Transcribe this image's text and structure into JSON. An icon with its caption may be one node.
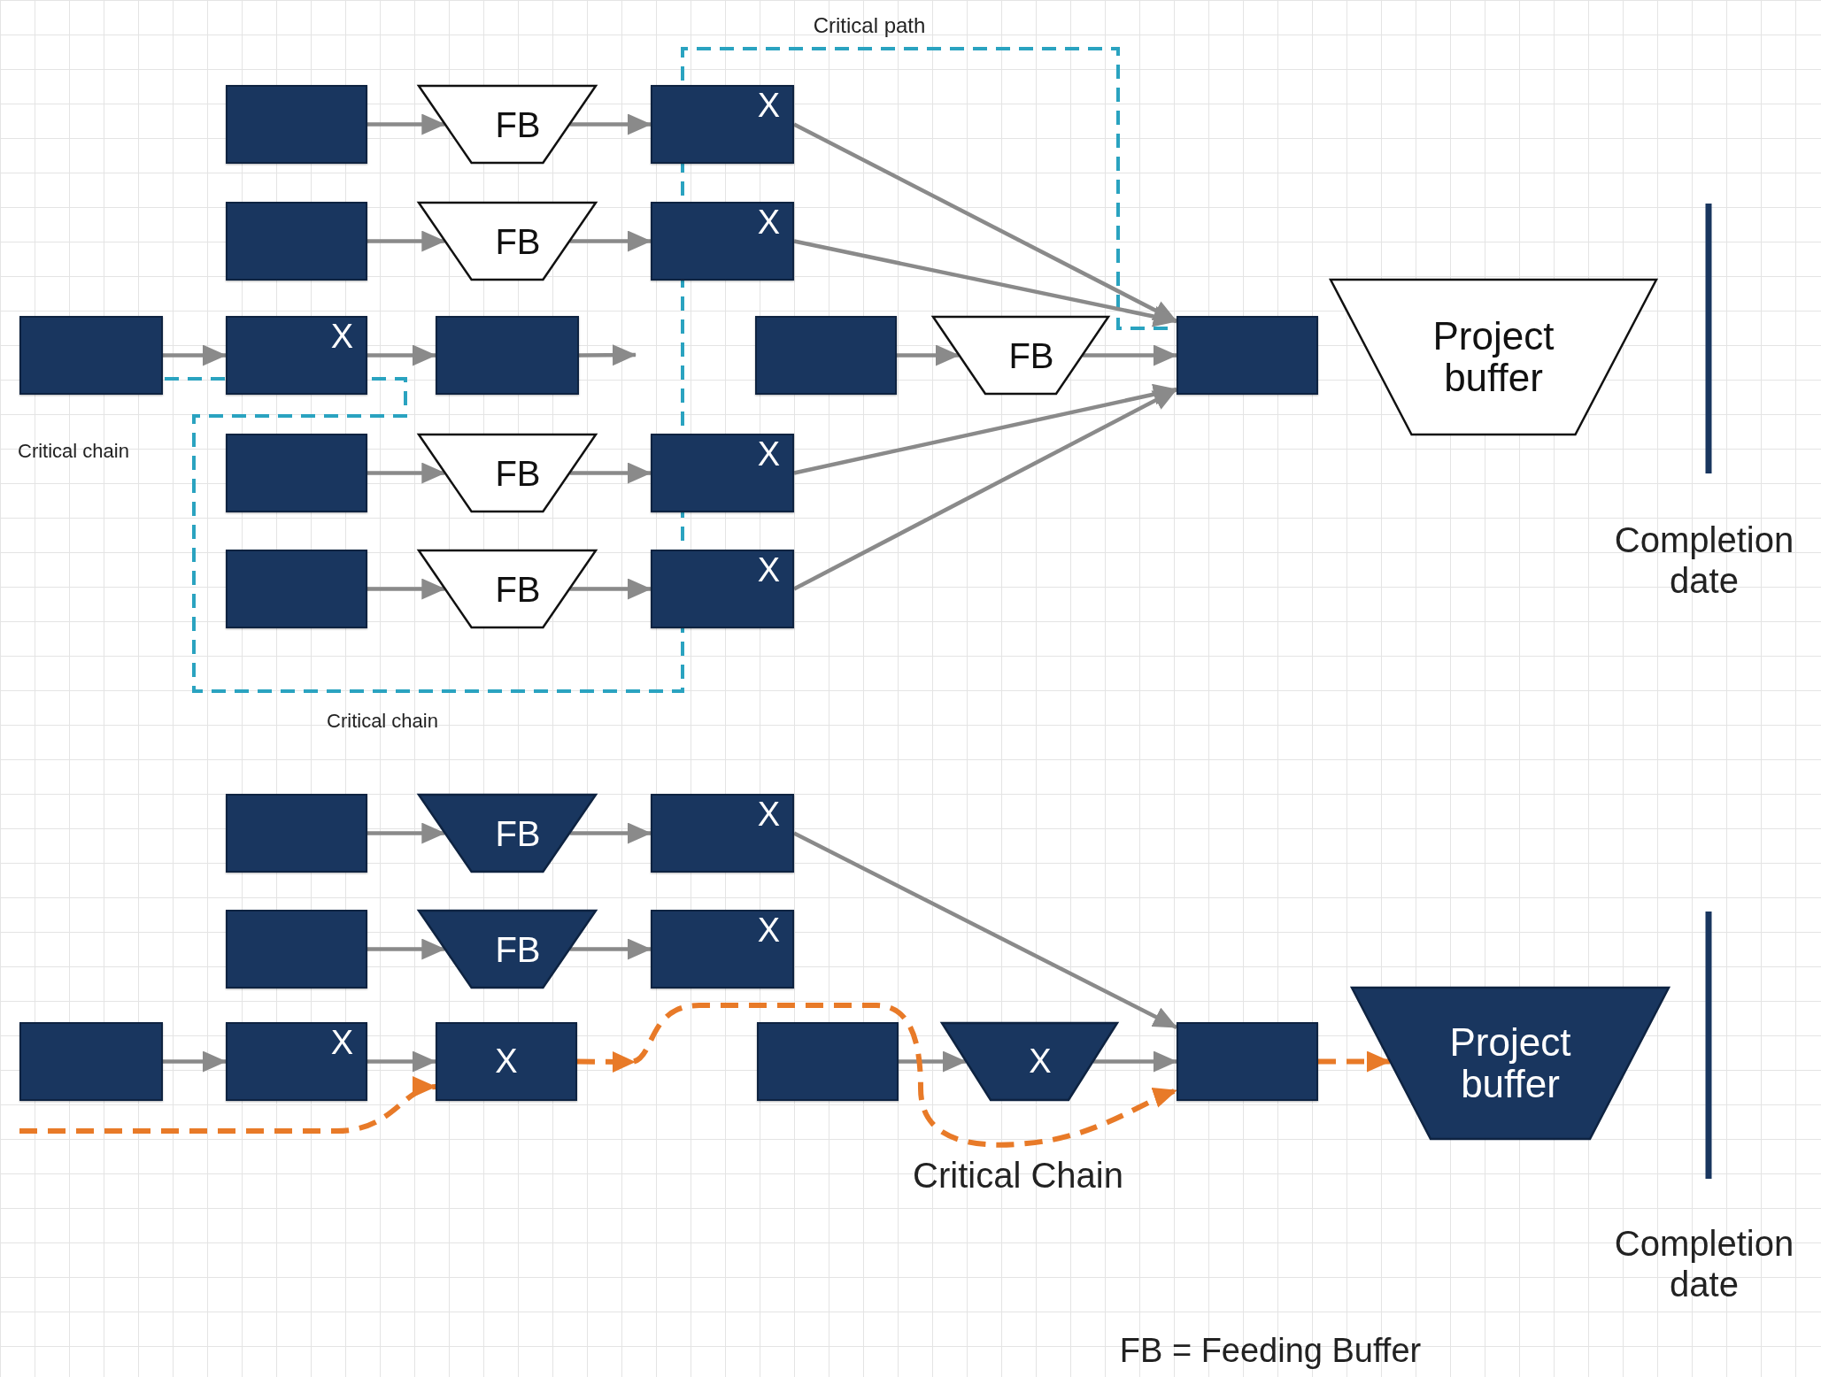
{
  "diagram": {
    "nodes": [
      {
        "text": [],
        "shape": "box"
      },
      {
        "text": [
          "FB"
        ]
      },
      {
        "text": [
          "X"
        ]
      },
      {
        "text": [],
        "shape": "box"
      },
      {
        "text": [
          "FB"
        ]
      },
      {
        "text": [
          "X"
        ]
      },
      {
        "text": [],
        "shape": "box"
      },
      {
        "text": [
          "X"
        ]
      },
      {
        "text": [],
        "shape": "box"
      },
      {
        "text": [],
        "shape": "box"
      },
      {
        "text": [
          "FB"
        ]
      },
      {
        "text": [],
        "shape": "box"
      },
      {
        "text": [
          "Project buffer"
        ]
      },
      {
        "text": [],
        "shape": "box"
      },
      {
        "text": [
          "FB"
        ]
      },
      {
        "text": [
          "X"
        ]
      },
      {
        "text": [],
        "shape": "box"
      },
      {
        "text": [
          "FB"
        ]
      },
      {
        "text": [
          "X"
        ]
      },
      {
        "text": [],
        "shape": "box"
      },
      {
        "text": [
          "FB"
        ]
      },
      {
        "text": [
          "X"
        ]
      },
      {
        "text": [],
        "shape": "box"
      },
      {
        "text": [
          "FB"
        ]
      },
      {
        "text": [
          "X"
        ]
      },
      {
        "text": [],
        "shape": "box"
      },
      {
        "text": [
          "X"
        ]
      },
      {
        "text": [
          "X"
        ]
      },
      {
        "text": [],
        "shape": "box"
      },
      {
        "text": [
          "X"
        ]
      },
      {
        "text": [],
        "shape": "box"
      },
      {
        "text": [
          "Project buffer"
        ]
      }
    ],
    "edges": [
      {
        "from": 0,
        "to": 1,
        "arrow": "to"
      },
      {
        "from": 1,
        "to": 2,
        "arrow": "to"
      },
      {
        "from": 3,
        "to": 4,
        "arrow": "to"
      },
      {
        "from": 4,
        "to": 5,
        "arrow": "to"
      },
      {
        "from": 6,
        "to": 7,
        "arrow": "to"
      },
      {
        "from": 7,
        "to": 8,
        "arrow": "to"
      },
      {
        "from": 8,
        "to": null,
        "arrow": "to"
      },
      {
        "from": 9,
        "to": 10,
        "arrow": "to"
      },
      {
        "from": 10,
        "to": 11,
        "arrow": "to"
      },
      {
        "from": 2,
        "to": 11,
        "arrow": "to"
      },
      {
        "from": 5,
        "to": 11,
        "arrow": "to"
      },
      {
        "from": 13,
        "to": 14,
        "arrow": "to"
      },
      {
        "from": 14,
        "to": 15,
        "arrow": "to"
      },
      {
        "from": 16,
        "to": 17,
        "arrow": "to"
      },
      {
        "from": 17,
        "to": 18,
        "arrow": "to"
      },
      {
        "from": 15,
        "to": 11,
        "arrow": "to"
      },
      {
        "from": 18,
        "to": 11,
        "arrow": "to"
      },
      {
        "from": 19,
        "to": 20,
        "arrow": "to"
      },
      {
        "from": 20,
        "to": 21,
        "arrow": "to"
      },
      {
        "from": 22,
        "to": 23,
        "arrow": "to"
      },
      {
        "from": 23,
        "to": 24,
        "arrow": "to"
      },
      {
        "from": 25,
        "to": 26,
        "arrow": "to"
      },
      {
        "from": 26,
        "to": 27,
        "arrow": "to"
      },
      {
        "from": 28,
        "to": 29,
        "arrow": "to"
      },
      {
        "from": 29,
        "to": 30,
        "arrow": "to"
      },
      {
        "from": 21,
        "to": 30,
        "arrow": "to"
      },
      {
        "from": null,
        "to": 27,
        "arrow": "to",
        "style": "dashed",
        "color": "#e87a28"
      },
      {
        "from": 27,
        "to": 30,
        "arrow": "to",
        "style": "dashed",
        "color": "#e87a28"
      },
      {
        "from": 30,
        "to": 31,
        "arrow": "to",
        "style": "dashed",
        "color": "#e87a28"
      }
    ],
    "labels": [
      "Critical path",
      "Critical chain",
      "Completion date",
      "Critical chain",
      "Critical Chain",
      "Completion date",
      "FB = Feeding Buffer"
    ]
  }
}
